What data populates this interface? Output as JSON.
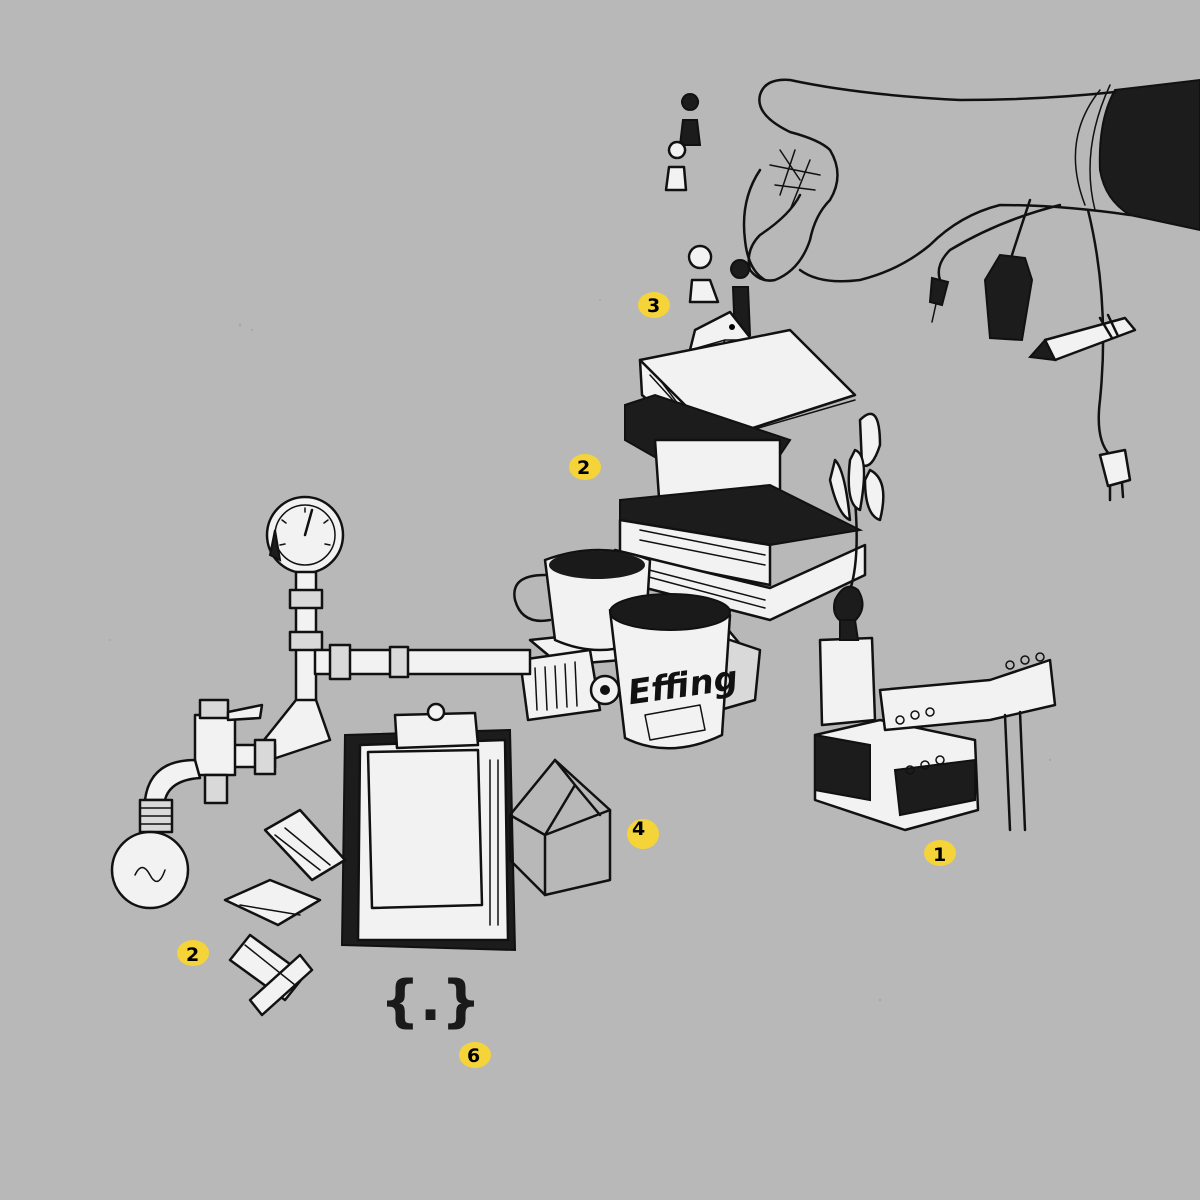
{
  "colors": {
    "background": "#b8b8b8",
    "ink": "#111111",
    "paper": "#f2f2f2",
    "highlight": "#f5d43a"
  },
  "mug": {
    "label": "Effing"
  },
  "logo": {
    "text": "{.}"
  },
  "markers": [
    {
      "id": "marker-3",
      "label": "3"
    },
    {
      "id": "marker-2-top",
      "label": "2"
    },
    {
      "id": "marker-4",
      "label": "4"
    },
    {
      "id": "marker-1",
      "label": "1"
    },
    {
      "id": "marker-2-bottom",
      "label": "2"
    },
    {
      "id": "marker-6",
      "label": "6"
    }
  ]
}
